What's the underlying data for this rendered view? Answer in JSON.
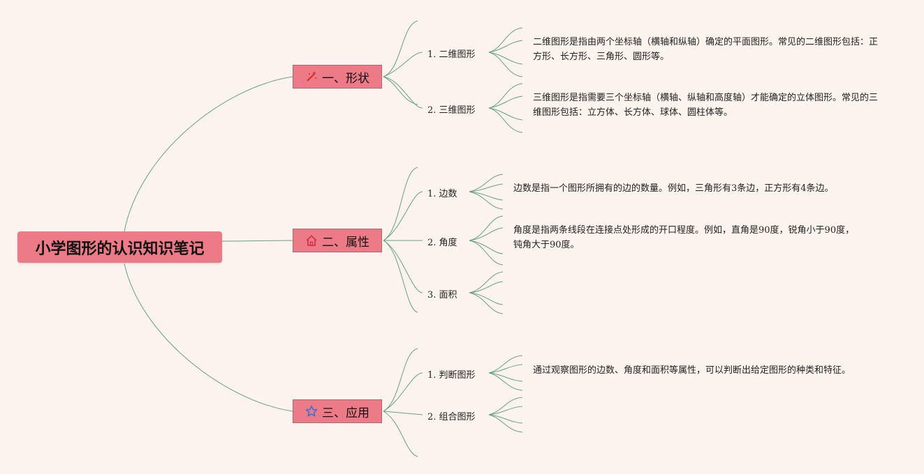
{
  "root": {
    "title": "小学图形的认识知识笔记"
  },
  "colors": {
    "background": "#fdf3ee",
    "node_fill": "#ec7b87",
    "link": "#6a9e88"
  },
  "branches": [
    {
      "label": "一、形状",
      "icon": "magic-wand-icon",
      "items": [
        {
          "label": "1. 二维图形",
          "description": "二维图形是指由两个坐标轴（横轴和纵轴）确定的平面图形。常见的二维图形包括：正方形、长方形、三角形、圆形等。"
        },
        {
          "label": "2. 三维图形",
          "description": "三维图形是指需要三个坐标轴（横轴、纵轴和高度轴）才能确定的立体图形。常见的三维图形包括：立方体、长方体、球体、圆柱体等。"
        }
      ]
    },
    {
      "label": "二、属性",
      "icon": "home-icon",
      "items": [
        {
          "label": "1. 边数",
          "description": "边数是指一个图形所拥有的边的数量。例如，三角形有3条边，正方形有4条边。"
        },
        {
          "label": "2. 角度",
          "description": "角度是指两条线段在连接点处形成的开口程度。例如，直角是90度，锐角小于90度，钝角大于90度。"
        },
        {
          "label": "3. 面积",
          "description": ""
        }
      ]
    },
    {
      "label": "三、应用",
      "icon": "star-icon",
      "items": [
        {
          "label": "1. 判断图形",
          "description": "通过观察图形的边数、角度和面积等属性，可以判断出给定图形的种类和特征。"
        },
        {
          "label": "2. 组合图形",
          "description": ""
        }
      ]
    }
  ]
}
